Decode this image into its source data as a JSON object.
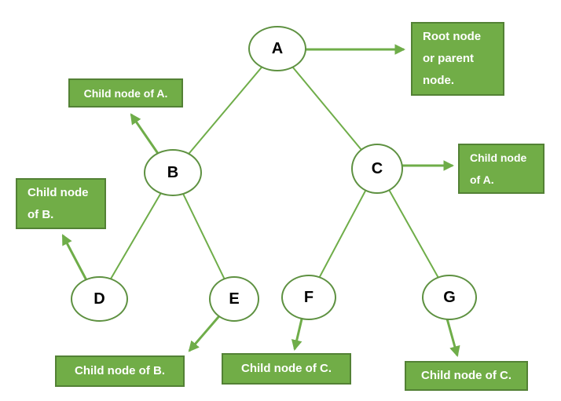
{
  "diagram": {
    "type": "tree-diagram",
    "background": "#FFFFFF",
    "colors": {
      "box_fill": "#71AD47",
      "box_border": "#538135",
      "box_text": "#FFFFFF",
      "connector": "#6FAD49",
      "circle_border": "#5E9141",
      "circle_fill": "#FFFFFF",
      "node_text": "#000000"
    },
    "nodes": [
      {
        "id": "A",
        "label": "A"
      },
      {
        "id": "B",
        "label": "B"
      },
      {
        "id": "C",
        "label": "C"
      },
      {
        "id": "D",
        "label": "D"
      },
      {
        "id": "E",
        "label": "E"
      },
      {
        "id": "F",
        "label": "F"
      },
      {
        "id": "G",
        "label": "G"
      }
    ],
    "edges": [
      {
        "from": "A",
        "to": "B"
      },
      {
        "from": "A",
        "to": "C"
      },
      {
        "from": "B",
        "to": "D"
      },
      {
        "from": "B",
        "to": "E"
      },
      {
        "from": "C",
        "to": "F"
      },
      {
        "from": "C",
        "to": "G"
      }
    ],
    "annotations": [
      {
        "id": "root-label",
        "target": "A",
        "text": "Root node\nor parent\nnode."
      },
      {
        "id": "child-of-a-upper",
        "target": "B",
        "text": "Child node of A."
      },
      {
        "id": "child-of-a-right",
        "target": "C",
        "text": "Child node\nof A."
      },
      {
        "id": "child-of-b-left",
        "target": "D",
        "text": "Child node\nof B."
      },
      {
        "id": "child-of-b-bottom",
        "target": "E",
        "text": "Child node of B."
      },
      {
        "id": "child-of-c-bottom-left",
        "target": "F",
        "text": "Child node of C."
      },
      {
        "id": "child-of-c-bottom-right",
        "target": "G",
        "text": "Child node of C."
      }
    ]
  }
}
